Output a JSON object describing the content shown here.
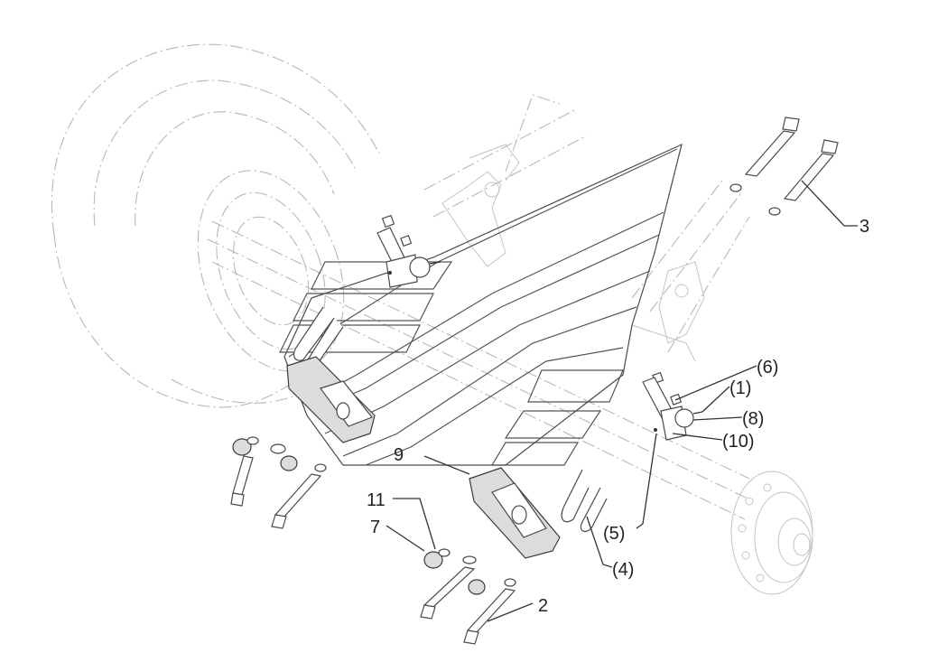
{
  "callouts": {
    "c3": "3",
    "c6": "(6)",
    "c1": "(1)",
    "c8": "(8)",
    "c10": "(10)",
    "c9": "9",
    "c5": "(5)",
    "c11": "11",
    "c7": "7",
    "c4": "(4)",
    "c2": "2"
  }
}
